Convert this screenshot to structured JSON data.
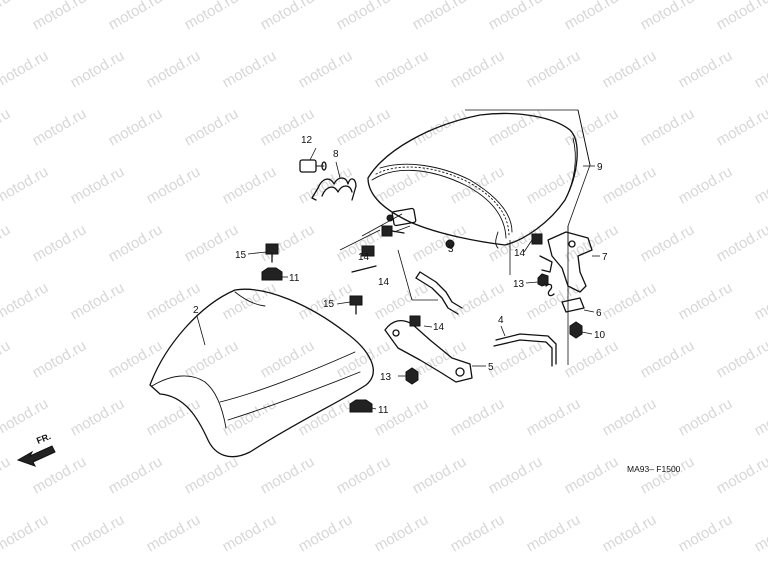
{
  "watermark": {
    "text": "motod.ru",
    "color": "#d7d7d7"
  },
  "diagram_code": "MA93– F1500",
  "front_marker": {
    "label": "FR."
  },
  "callouts": [
    {
      "id": "c1",
      "number": "2"
    },
    {
      "id": "c2",
      "number": "3"
    },
    {
      "id": "c3",
      "number": "4"
    },
    {
      "id": "c4",
      "number": "5"
    },
    {
      "id": "c5",
      "number": "6"
    },
    {
      "id": "c6",
      "number": "7"
    },
    {
      "id": "c7",
      "number": "8"
    },
    {
      "id": "c8",
      "number": "9"
    },
    {
      "id": "c9",
      "number": "10"
    },
    {
      "id": "c10",
      "number": "11"
    },
    {
      "id": "c11",
      "number": "11"
    },
    {
      "id": "c12",
      "number": "12"
    },
    {
      "id": "c13",
      "number": "13"
    },
    {
      "id": "c14",
      "number": "13"
    },
    {
      "id": "c15",
      "number": "14"
    },
    {
      "id": "c16",
      "number": "14"
    },
    {
      "id": "c17",
      "number": "14"
    },
    {
      "id": "c18",
      "number": "14"
    },
    {
      "id": "c19",
      "number": "15"
    },
    {
      "id": "c20",
      "number": "15"
    }
  ]
}
